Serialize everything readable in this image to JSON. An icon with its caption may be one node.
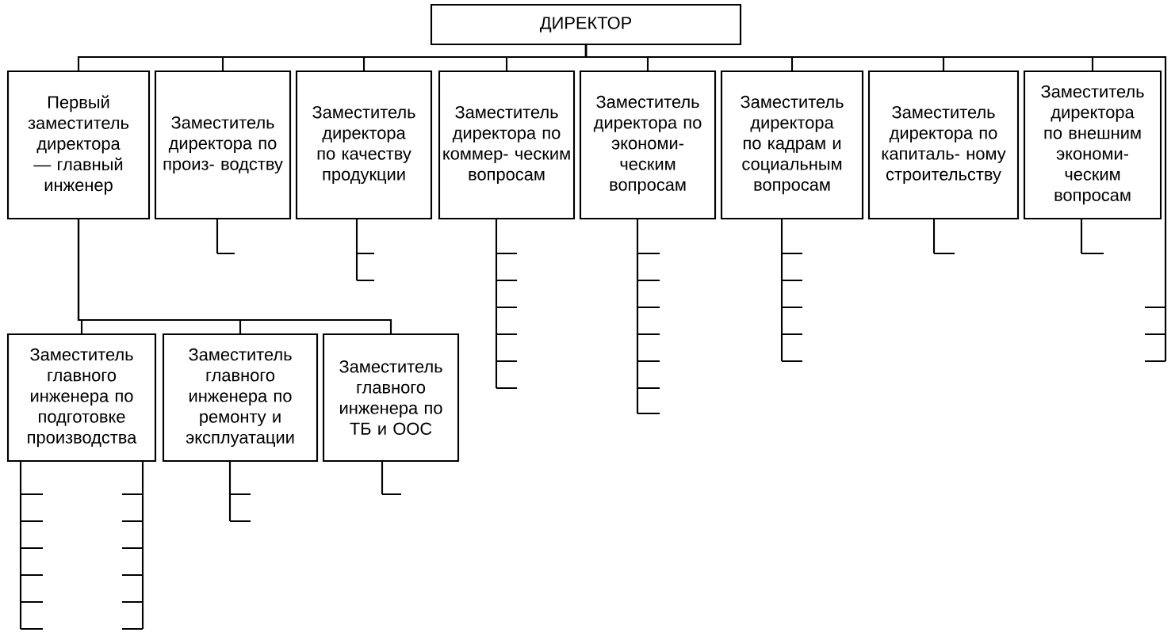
{
  "diagram": {
    "nodes": [
      {
        "text": [
          "ДИРЕКТОР"
        ]
      },
      {
        "text": [
          "Первый заместитель директора — главный инженер"
        ]
      },
      {
        "text": [
          "Заместитель директора по произ- водству"
        ]
      },
      {
        "text": [
          "Заместитель директора по качеству продукции"
        ]
      },
      {
        "text": [
          "Заместитель директора по коммер- ческим вопросам"
        ]
      },
      {
        "text": [
          "Заместитель директора по экономи- ческим вопросам"
        ]
      },
      {
        "text": [
          "Заместитель директора по кадрам и социальным вопросам"
        ]
      },
      {
        "text": [
          "Заместитель директора по капиталь- ному строительству"
        ]
      },
      {
        "text": [
          "Заместитель директора по внешним экономи- ческим вопросам"
        ]
      },
      {
        "text": [
          "Заместитель главного инженера по подготовке производства"
        ]
      },
      {
        "text": [
          "Заместитель главного инженера по ремонту и эксплуатации"
        ]
      },
      {
        "text": [
          "Заместитель главного инженера по ТБ и ООС"
        ]
      }
    ],
    "edges": [
      {
        "from": 0,
        "to": 1,
        "arrow": "none"
      },
      {
        "from": 0,
        "to": 2,
        "arrow": "none"
      },
      {
        "from": 0,
        "to": 3,
        "arrow": "none"
      },
      {
        "from": 0,
        "to": 4,
        "arrow": "none"
      },
      {
        "from": 0,
        "to": 5,
        "arrow": "none"
      },
      {
        "from": 0,
        "to": 6,
        "arrow": "none"
      },
      {
        "from": 0,
        "to": 7,
        "arrow": "none"
      },
      {
        "from": 0,
        "to": 8,
        "arrow": "none"
      },
      {
        "from": 1,
        "to": 9,
        "arrow": "none"
      },
      {
        "from": 1,
        "to": 10,
        "arrow": "none"
      },
      {
        "from": 1,
        "to": 11,
        "arrow": "none"
      }
    ]
  }
}
